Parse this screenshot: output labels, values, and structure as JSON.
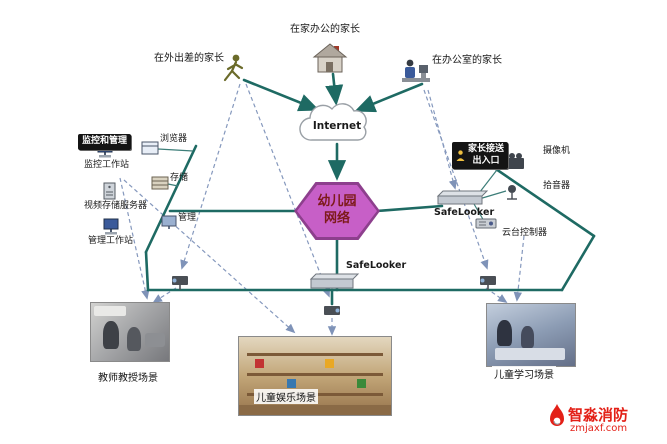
{
  "nodes": {
    "parents": {
      "travel": "在外出差的家长",
      "home": "在家办公的家长",
      "office": "在办公室的家长"
    },
    "internet": "Internet",
    "network_line1": "幼儿园",
    "network_line2": "网络",
    "monitoring": {
      "badge": "监控和管理",
      "browser": "浏览器",
      "monitor_workstation": "监控工作站",
      "storage": "存储",
      "video_server": "视频存储服务器",
      "management": "管理",
      "management_workstation": "管理工作站"
    },
    "entrance": {
      "badge_line1": "家长接送",
      "badge_line2": "出入口",
      "camera": "摄像机",
      "sound_pickup": "拾音器",
      "safelooker": "SafeLooker",
      "ptz_controller": "云台控制器"
    },
    "switch_label": "SafeLooker",
    "scenes": {
      "teaching": "教师教授场景",
      "entertainment": "儿童娱乐场景",
      "learning": "儿童学习场景"
    }
  },
  "watermark": {
    "brand": "智淼消防",
    "site": "zmjaxf.com"
  },
  "icons": {
    "runner": "person-running-icon",
    "house": "home-office-icon",
    "office_worker": "office-worker-icon",
    "browser": "browser-window-icon",
    "workstation": "workstation-monitor-icon",
    "storage": "disk-stack-icon",
    "server": "server-tower-icon",
    "camcorder": "camcorder-icon",
    "microphone": "microphone-icon",
    "ptz": "ptz-controller-icon",
    "switch": "network-switch-icon",
    "surveillance": "surveillance-camera-icon",
    "cloud": "internet-cloud-icon",
    "flame": "brand-flame-icon"
  },
  "colors": {
    "line": "#1e6a63",
    "dashed": "#8598bd",
    "hex_fill": "#c75fc7",
    "hex_border": "#8d3f8d",
    "hex_text": "#7d1a1a",
    "badge_bg": "#141414",
    "badge_text": "#ffffff",
    "brand_red": "#e32017"
  }
}
